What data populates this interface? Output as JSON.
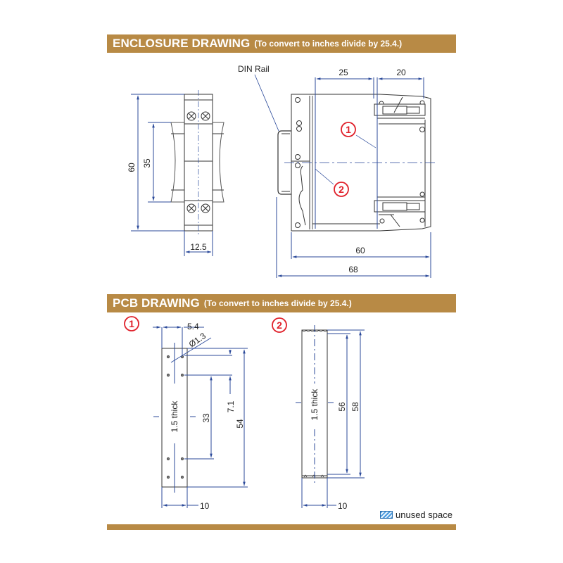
{
  "sections": {
    "enclosure": {
      "title": "ENCLOSURE DRAWING",
      "subtitle": "(To convert to inches divide by 25.4.)"
    },
    "pcb": {
      "title": "PCB DRAWING",
      "subtitle": "(To convert to inches divide by 25.4.)"
    }
  },
  "enclosure_drawing": {
    "front_view": {
      "dimensions": {
        "height": "60",
        "rail_width": "35",
        "width": "12.5"
      }
    },
    "side_view": {
      "callout_label": "DIN Rail",
      "dimensions": {
        "top_left": "25",
        "top_right": "20",
        "depth_inner": "60",
        "depth_total": "68"
      },
      "markers": [
        "1",
        "2"
      ]
    }
  },
  "pcb_drawing": {
    "pcb1": {
      "marker": "1",
      "dimensions": {
        "pin_pitch": "5.4",
        "hole_diameter": "Ø1.3",
        "pin_offset": "7.1",
        "pin_spacing": "33",
        "height": "54",
        "width": "10"
      },
      "thickness_label": "1.5 thick"
    },
    "pcb2": {
      "marker": "2",
      "dimensions": {
        "height_inner": "56",
        "height_outer": "58",
        "width": "10"
      },
      "thickness_label": "1.5 thick"
    }
  },
  "legend": {
    "label": "unused space"
  },
  "colors": {
    "banner": "#b88a45",
    "dimension_line": "#2b4a9a",
    "marker": "#e0202a",
    "outline": "#333333"
  }
}
